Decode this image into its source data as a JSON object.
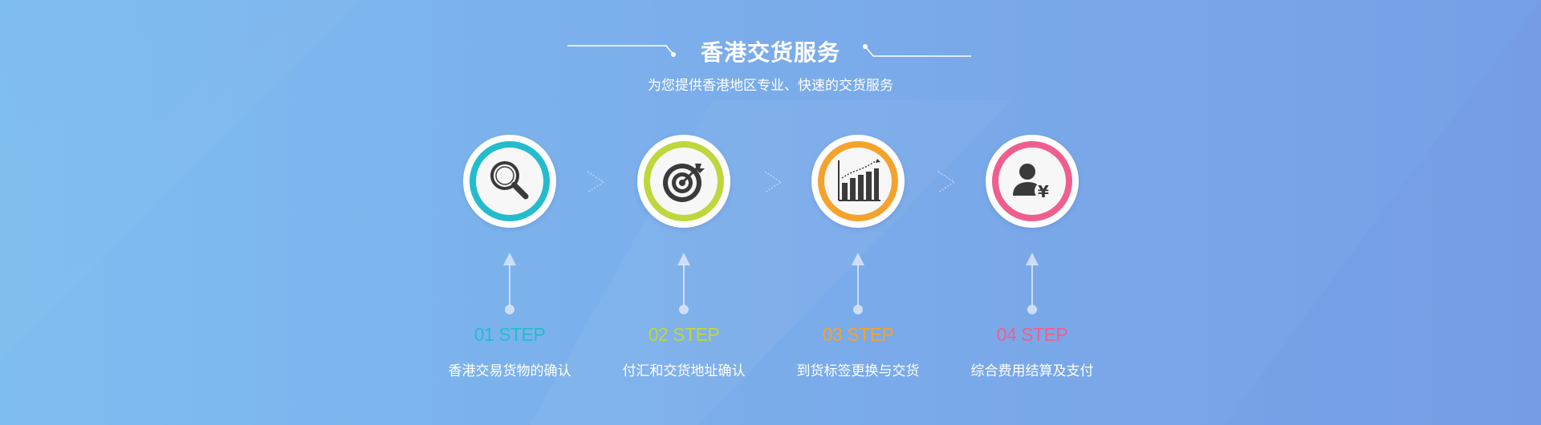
{
  "title": "香港交货服务",
  "subtitle": "为您提供香港地区专业、快速的交货服务",
  "steps": [
    {
      "label": "01 STEP",
      "description": "香港交易货物的确认",
      "color": "#24bccd",
      "icon": "search-icon"
    },
    {
      "label": "02 STEP",
      "description": "付汇和交货地址确认",
      "color": "#bfd63c",
      "icon": "target-icon"
    },
    {
      "label": "03 STEP",
      "description": "到货标签更换与交货",
      "color": "#f5a22c",
      "icon": "bar-chart-icon"
    },
    {
      "label": "04 STEP",
      "description": "综合费用结算及支付",
      "color": "#ef5f8e",
      "icon": "user-payment-icon"
    }
  ],
  "colors": {
    "background_left": "#7ebdf0",
    "background_right": "#76a0e6",
    "text": "#ffffff",
    "icon": "#3a3a3a"
  }
}
